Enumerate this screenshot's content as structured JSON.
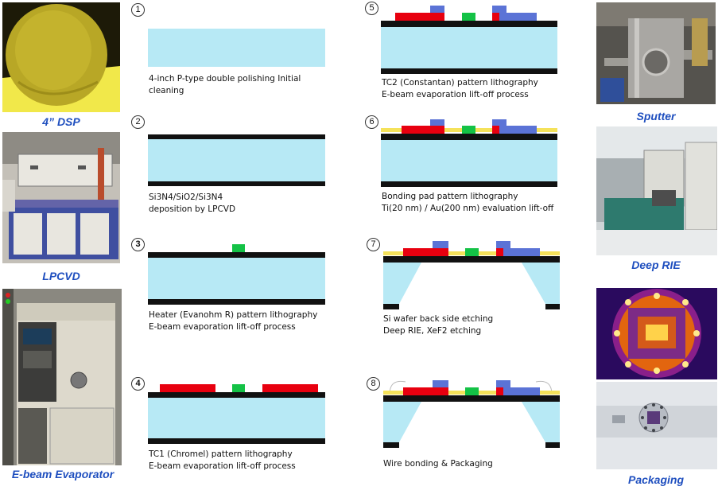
{
  "colors": {
    "wafer": "#b7e9f5",
    "film": "#111111",
    "chromel": "#e8000f",
    "heater": "#14c246",
    "constantan": "#5b73d6",
    "bonding_pad": "#f5e25a"
  },
  "equipment": [
    {
      "id": "dsp",
      "caption": "4” DSP"
    },
    {
      "id": "lpcvd",
      "caption": "LPCVD"
    },
    {
      "id": "evaporator",
      "caption": "E-beam Evaporator"
    },
    {
      "id": "sputter",
      "caption": "Sputter"
    },
    {
      "id": "rie",
      "caption": "Deep RIE"
    },
    {
      "id": "packaging",
      "caption": "Packaging"
    }
  ],
  "steps": [
    {
      "number": "1",
      "lines": [
        "4-inch P-type  double polishing Initial",
        "cleaning"
      ]
    },
    {
      "number": "2",
      "lines": [
        "Si3N4/SiO2/Si3N4",
        "deposition by LPCVD"
      ]
    },
    {
      "number": "3",
      "lines": [
        "Heater (Evanohm R) pattern lithography",
        "E-beam evaporation lift-off process"
      ]
    },
    {
      "number": "4",
      "lines": [
        "TC1 (Chromel) pattern lithography",
        "E-beam evaporation lift-off process"
      ]
    },
    {
      "number": "5",
      "lines": [
        "TC2 (Constantan) pattern lithography",
        "E-beam evaporation lift-off process"
      ]
    },
    {
      "number": "6",
      "lines": [
        "Bonding pad pattern lithography",
        "Ti(20 nm) / Au(200 nm) evaluation lift-off"
      ]
    },
    {
      "number": "7",
      "lines": [
        "Si wafer back side etching",
        "Deep RIE, XeF2 etching"
      ]
    },
    {
      "number": "8",
      "lines": [
        "Wire bonding & Packaging"
      ]
    }
  ]
}
